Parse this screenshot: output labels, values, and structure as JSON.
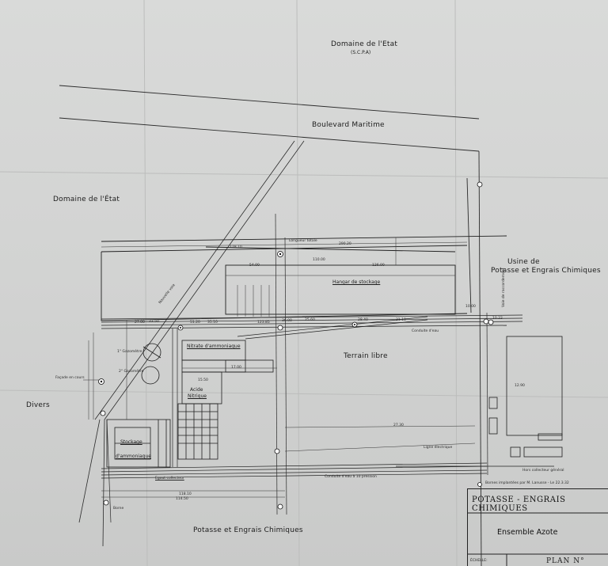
{
  "labels": {
    "domaine_etat_top": "Domaine de l'Etat",
    "scpa": "(S.C.P.A)",
    "boulevard": "Boulevard Maritime",
    "domaine_etat_left": "Domaine de l'État",
    "usine_1": "Usine de",
    "usine_2": "Potasse et Engrais Chimiques",
    "divers": "Divers",
    "terrain_libre": "Terrain libre",
    "potasse_bottom": "Potasse et Engrais Chimiques",
    "hangar": "Hangar de stockage",
    "nitrate": "Nitrate d'ammoniaque",
    "acide_1": "Acide",
    "acide_2": "Nitrique",
    "stockage": "Stockage",
    "ammoniaque": "d'ammoniaque",
    "gazometre_1": "1° Gazomètre",
    "gazometre_2": "2° Gazomètre",
    "egout": "Egout collecteur",
    "conduite_eau": "Conduite d'eau",
    "conduite_bas": "Conduite d'eau à 10 pression",
    "ligne_electrique": "Ligne électrique",
    "hors_collecteur": "Hors collecteur général",
    "longueur": "Longueur totale",
    "note_vertical": "Nouvelle voie",
    "legend_note": "Bornes implantées par M. Lanusse - Le 22.3.32",
    "pipe_note": "Façade en cours",
    "voie_note": "Voie de raccordement",
    "borne": "Borne"
  },
  "title_block": {
    "line1": "POTASSE - ENGRAIS CHIMIQUES",
    "line2": "Ensemble Azote",
    "echelle": "ÉCHELLE:",
    "plan": "PLAN N°"
  },
  "dimensions": [
    "178.10",
    "290.20",
    "110.00",
    "126.00",
    "54.00",
    "36.00",
    "10.00",
    "25.60",
    "31.10",
    "17.00",
    "15.50",
    "27.30",
    "22.50",
    "118.10",
    "51.20",
    "27.00",
    "35.10",
    "28.40",
    "123.85",
    "114.50",
    "10.22",
    "12.90"
  ]
}
